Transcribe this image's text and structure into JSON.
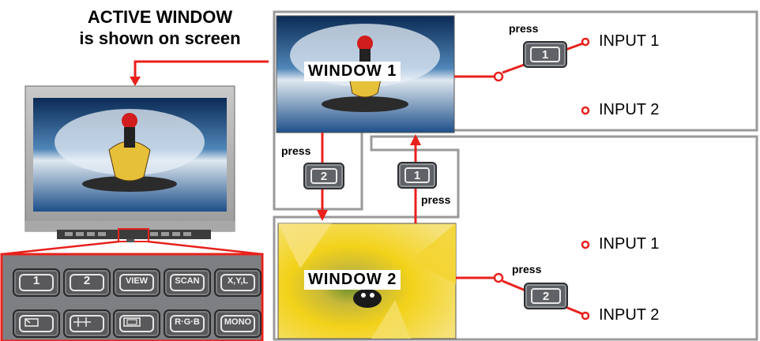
{
  "header": {
    "line1": "ACTIVE WINDOW",
    "line2": "is shown on screen"
  },
  "windows": {
    "window1": {
      "label": "WINDOW 1"
    },
    "window2": {
      "label": "WINDOW 2"
    }
  },
  "switch1": {
    "press": "press",
    "key": "1",
    "input_top": "INPUT 1",
    "input_bottom": "INPUT 2"
  },
  "switch2": {
    "press": "press",
    "key": "2",
    "input_top": "INPUT 1",
    "input_bottom": "INPUT 2"
  },
  "transitions": {
    "to_window2": {
      "press": "press",
      "key": "2"
    },
    "to_window1": {
      "press": "press",
      "key": "1"
    }
  },
  "keypad": {
    "row1": [
      "1",
      "2",
      "VIEW",
      "SCAN",
      "X,Y,L"
    ],
    "row2": [
      "",
      "",
      "",
      "R·G·B",
      "MONO"
    ]
  },
  "icons": {
    "row2": [
      "marker-icon",
      "crosshair-icon",
      "safe-area-icon",
      "rgb-button",
      "mono-button"
    ]
  },
  "colors": {
    "accent": "#e8211c",
    "frame": "#9a9a9a",
    "button": "#5f6266"
  }
}
